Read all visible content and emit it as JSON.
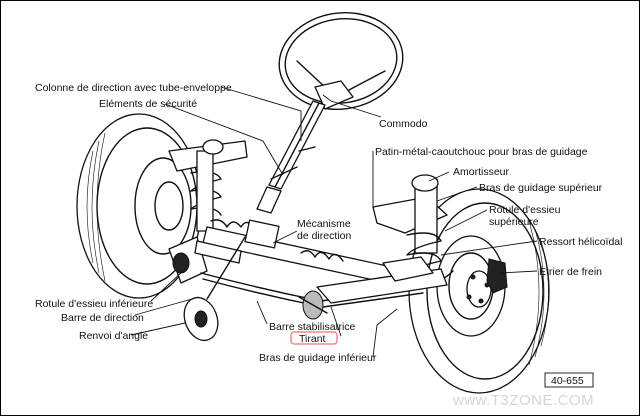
{
  "labels": {
    "colonne": "Colonne de direction avec tube-enveloppe",
    "elements": "Eléments de sécurité",
    "commodo": "Commodo",
    "patin": "Patin-métal-caoutchouc pour bras de guidage",
    "amortisseur": "Amortisseur",
    "bras_sup": "Bras de guidage supérieur",
    "rotule_sup_1": "Rotule d'essieu",
    "rotule_sup_2": "supérieure",
    "mecanisme_1": "Mécanisme",
    "mecanisme_2": "de direction",
    "ressort": "Ressort hélicoïdal",
    "etrier": "Etrier de frein",
    "rotule_inf": "Rotule d'essieu inférieure",
    "barre_dir": "Barre de direction",
    "renvoi": "Renvoi d'angle",
    "barre_stab": "Barre stabilisatrice",
    "tirant": "Tirant",
    "bras_inf": "Bras de guidage inférieur"
  },
  "figure_number": "40-655",
  "watermark": "www.T3ZONE.COM",
  "colors": {
    "highlight": "#ff6a6a",
    "ink": "#111111"
  }
}
